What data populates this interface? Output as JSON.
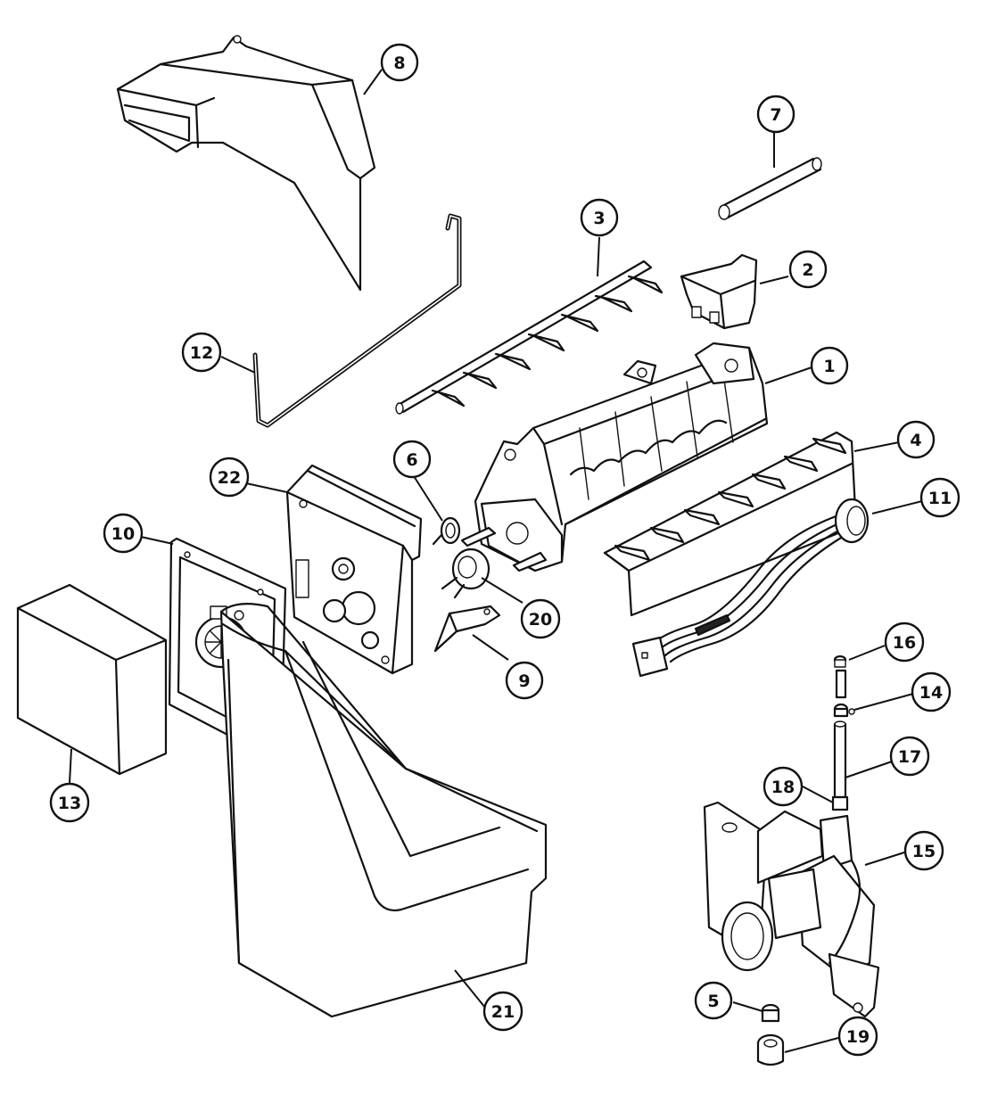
{
  "callouts": [
    {
      "id": "c8",
      "number": "8"
    },
    {
      "id": "c7",
      "number": "7"
    },
    {
      "id": "c3",
      "number": "3"
    },
    {
      "id": "c2",
      "number": "2"
    },
    {
      "id": "c12",
      "number": "12"
    },
    {
      "id": "c1",
      "number": "1"
    },
    {
      "id": "c6",
      "number": "6"
    },
    {
      "id": "c22",
      "number": "22"
    },
    {
      "id": "c4",
      "number": "4"
    },
    {
      "id": "c11",
      "number": "11"
    },
    {
      "id": "c10",
      "number": "10"
    },
    {
      "id": "c20",
      "number": "20"
    },
    {
      "id": "c9",
      "number": "9"
    },
    {
      "id": "c16",
      "number": "16"
    },
    {
      "id": "c14",
      "number": "14"
    },
    {
      "id": "c17",
      "number": "17"
    },
    {
      "id": "c13",
      "number": "13"
    },
    {
      "id": "c18",
      "number": "18"
    },
    {
      "id": "c15",
      "number": "15"
    },
    {
      "id": "c21",
      "number": "21"
    },
    {
      "id": "c5",
      "number": "5"
    },
    {
      "id": "c19",
      "number": "19"
    }
  ]
}
